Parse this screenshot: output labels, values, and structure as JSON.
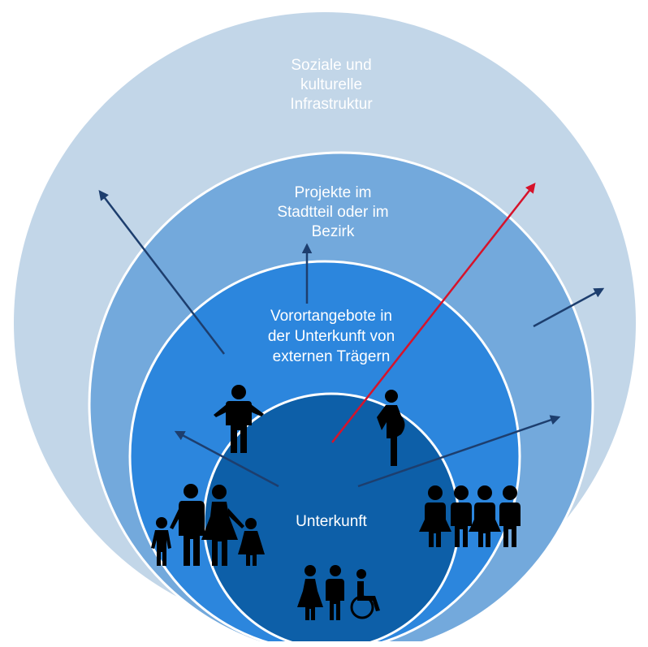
{
  "diagram": {
    "rings": [
      {
        "id": "outer",
        "lines": [
          "Soziale und",
          "kulturelle",
          "Infrastruktur"
        ],
        "color": "#c2d6e8"
      },
      {
        "id": "second",
        "lines": [
          "Projekte im",
          "Stadtteil oder im",
          "Bezirk"
        ],
        "color": "#73a9dc"
      },
      {
        "id": "third",
        "lines": [
          "Vorortangebote in",
          "der Unterkunft von",
          "externen Trägern"
        ],
        "color": "#2c86dd"
      },
      {
        "id": "inner",
        "lines": [
          "Unterkunft"
        ],
        "color": "#0d5fa8"
      }
    ],
    "arrow_colors": {
      "dark": "#1d3e6e",
      "highlight": "#d6132b"
    },
    "people_color": "#000000",
    "people_groups": [
      "man-icon",
      "pregnant-woman-icon",
      "family-icon",
      "group-of-four-icon",
      "couple-with-wheelchair-icon"
    ]
  }
}
